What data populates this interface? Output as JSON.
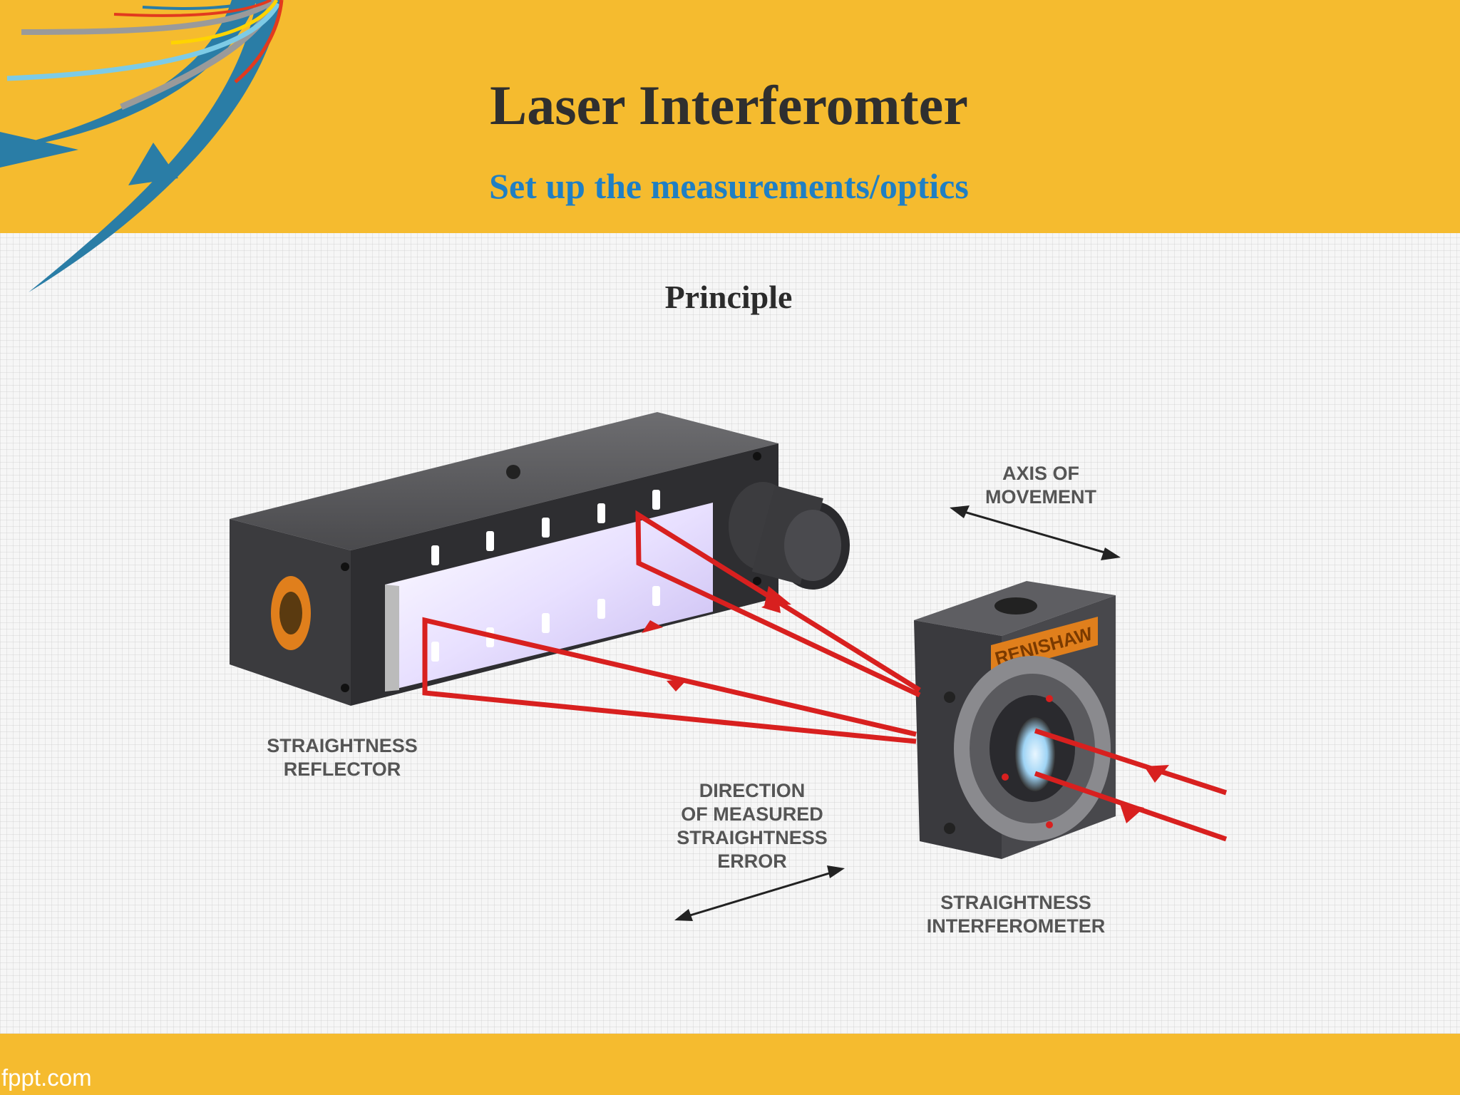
{
  "slide": {
    "title": "Laser Interferomter",
    "subtitle": "Set up the measurements/optics",
    "section_heading": "Principle",
    "footer_text": "fppt.com"
  },
  "diagram": {
    "labels": {
      "straightness_reflector": "STRAIGHTNESS\nREFLECTOR",
      "axis_of_movement": "AXIS OF\nMOVEMENT",
      "direction_error": "DIRECTION\nOF MEASURED\nSTRAIGHTNESS\nERROR",
      "straightness_interferometer": "STRAIGHTNESS\nINTERFEROMETER"
    },
    "brand_label": "RENISHAW"
  },
  "colors": {
    "band": "#f5bb2f",
    "title": "#2f2f2f",
    "subtitle": "#1f7fc4",
    "beam": "#d8201f",
    "arrow_blue": "#2a7da6"
  }
}
